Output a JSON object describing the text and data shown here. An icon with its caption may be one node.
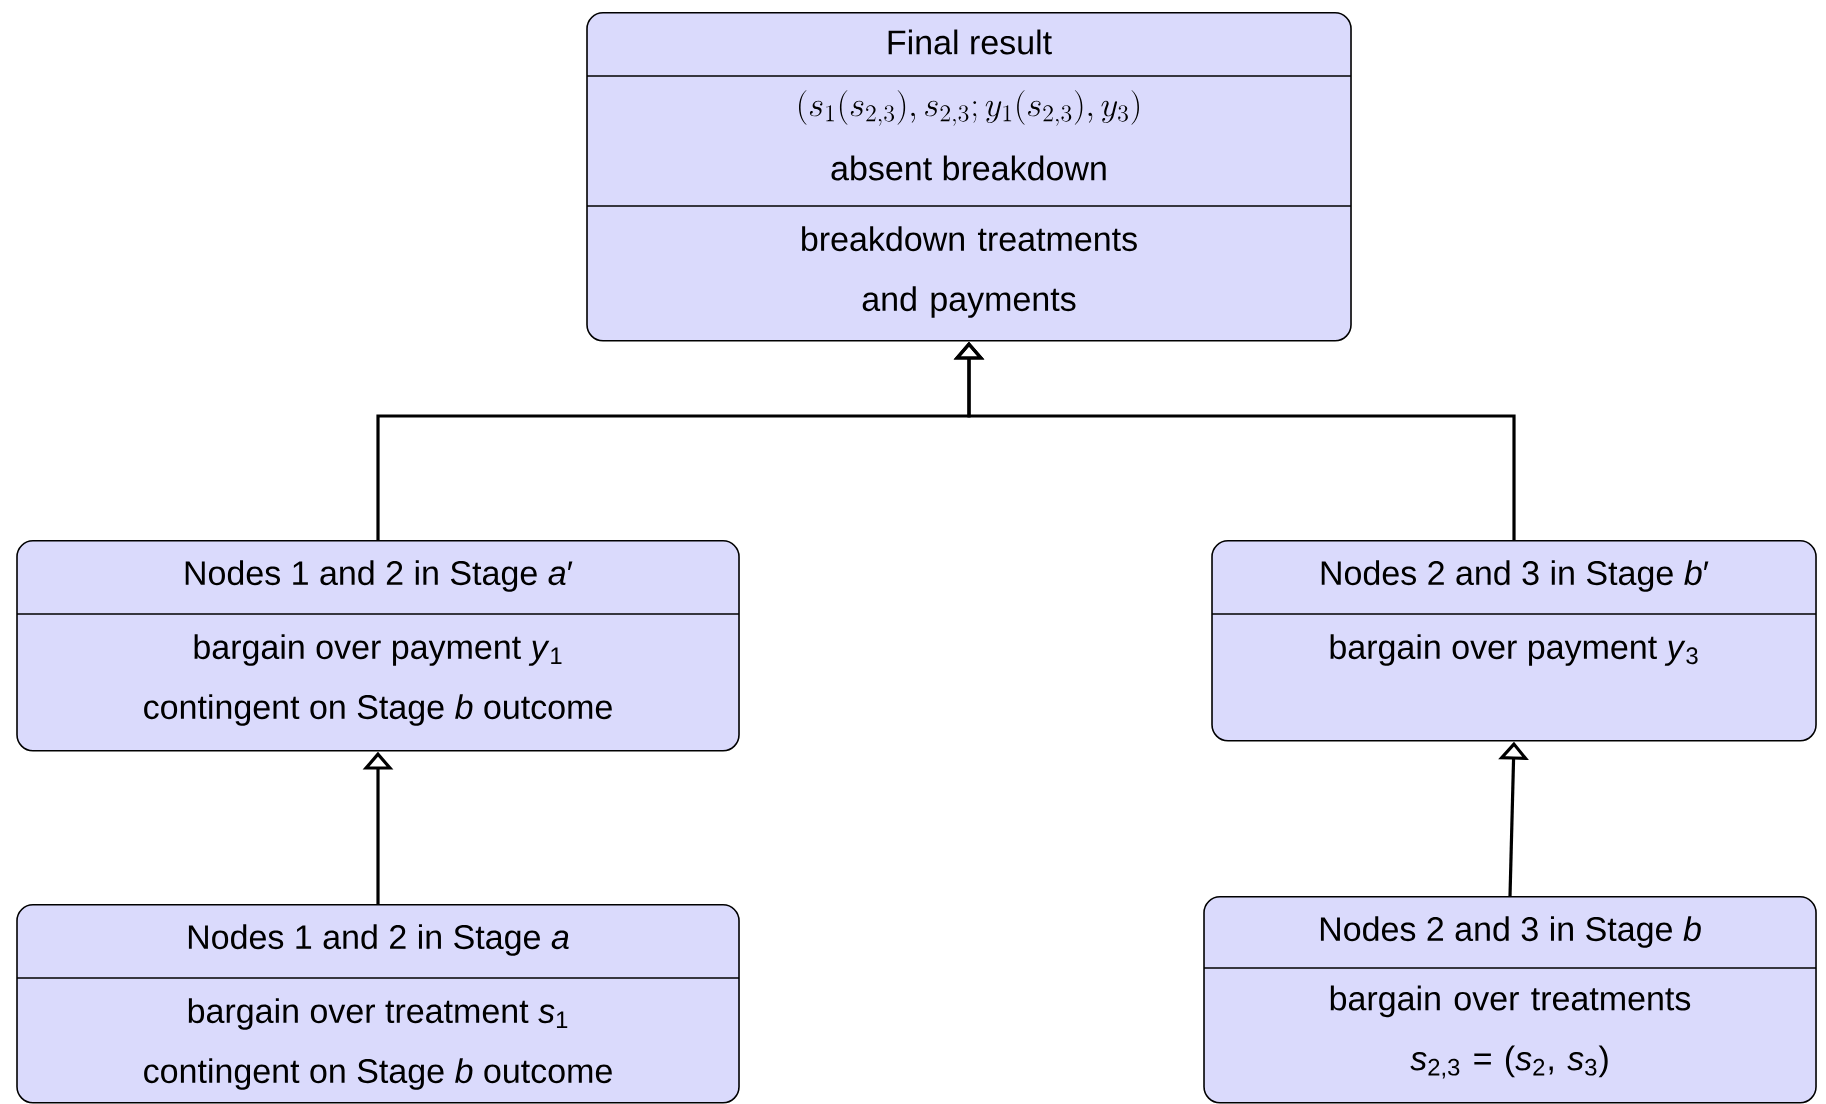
{
  "diagram": {
    "nodes": [
      {
        "text": [
          "Final result",
          "(s_1(s_{2,3}), s_{2,3}; y_1(s_{2,3}), y_3)",
          "absent breakdown",
          "breakdown treatments and payments"
        ]
      },
      {
        "text": [
          "Nodes 1 and 2 in Stage *a*′",
          "bargain over payment *y*$_{1}$",
          "contingent on Stage *b* outcome"
        ]
      },
      {
        "text": [
          "Nodes 2 and 3 in Stage *b*′",
          "bargain over payment *y*$_{3}$"
        ]
      },
      {
        "text": [
          "Nodes 1 and 2 in Stage *a*",
          "bargain over treatment *s*$_{1}$",
          "contingent on Stage *b* outcome"
        ]
      },
      {
        "text": [
          "Nodes 2 and 3 in Stage *b*",
          "bargain over treatments *s*$_{2,3}$ = (*s*$_{2}$, *s*$_{3}$)"
        ]
      }
    ],
    "edges": [
      {
        "from": 1,
        "to": 0,
        "arrow": "to"
      },
      {
        "from": 2,
        "to": 0,
        "arrow": "to"
      },
      {
        "from": 3,
        "to": 1,
        "arrow": "to"
      },
      {
        "from": 4,
        "to": 2,
        "arrow": "to"
      }
    ]
  }
}
